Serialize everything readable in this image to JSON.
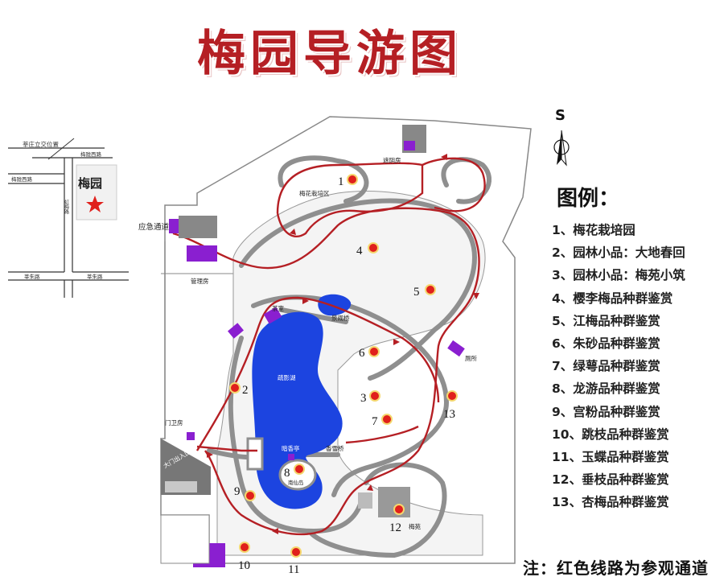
{
  "title": "梅园导游图",
  "compass": {
    "label": "S"
  },
  "legend": {
    "title": "图例：",
    "items": [
      "1、梅花栽培园",
      "2、园林小品：大地春回",
      "3、园林小品：梅苑小筑",
      "4、樱李梅品种群鉴赏",
      "5、江梅品种群鉴赏",
      "6、朱砂品种群鉴赏",
      "7、绿萼品种群鉴赏",
      "8、龙游品种群鉴赏",
      "9、宫粉品种群鉴赏",
      "10、跳枝品种群鉴赏",
      "11、玉蝶品种群鉴赏",
      "12、垂枝品种群鉴赏",
      "13、杏梅品种群鉴赏"
    ]
  },
  "note": "注：红色线路为参观通道",
  "inset": {
    "label_cross": "莘庄立交位置",
    "road_top": "梅陇西路",
    "road_left": "梅陇西路",
    "road_vertical": "虹梅路",
    "road_bottom_left": "莘朱路",
    "road_bottom_right": "莘朱路",
    "park": "梅园"
  },
  "map": {
    "emergency": "应急通道",
    "management": "管理房",
    "gate_house": "门卫房",
    "main_gate": "大门出入口",
    "tea_room": "茶室",
    "view_bridge": "景观桥",
    "lake": "疏影湖",
    "pavilion": "暗香亭",
    "snow_bridge": "香雪桥",
    "island": "南仙岛",
    "nursery": "梅花栽培区",
    "shed": "遮阴房",
    "toilet": "厕所",
    "meiyuan": "梅苑",
    "spots": [
      "1",
      "2",
      "3",
      "4",
      "5",
      "6",
      "7",
      "8",
      "9",
      "10",
      "11",
      "12",
      "13"
    ]
  },
  "colors": {
    "title": "#b51f24",
    "route": "#b51f24",
    "lake": "#1c44e0",
    "building": "#8a1fd0"
  }
}
